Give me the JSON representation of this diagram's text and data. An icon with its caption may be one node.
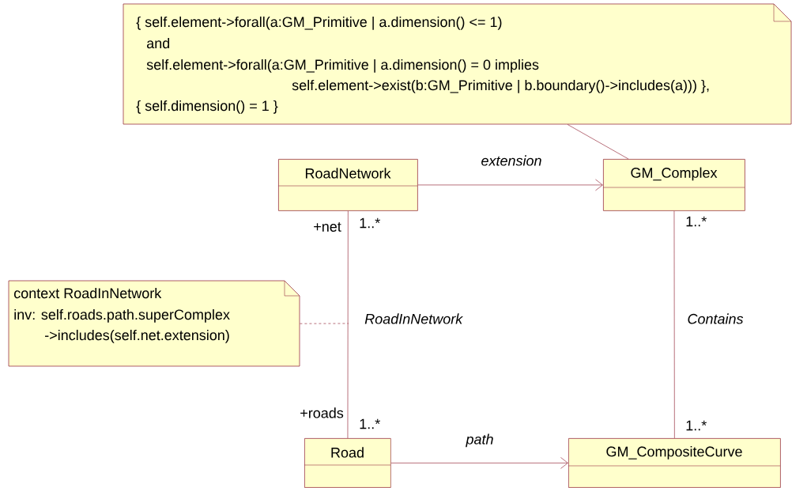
{
  "diagram": {
    "nodes": [
      {
        "text": [
          "{ self.element->forall(a:GM_Primitive | a.dimension() <= 1)",
          "and",
          "self.element->forall(a:GM_Primitive | a.dimension() = 0 implies",
          "self.element->exist(b:GM_Primitive | b.boundary()->includes(a))) },",
          "{ self.dimension() = 1 }"
        ]
      },
      {
        "text": [
          "RoadNetwork"
        ]
      },
      {
        "text": [
          "GM_Complex"
        ]
      },
      {
        "text": [
          "context RoadInNetwork",
          "inv: self.roads.path.superComplex",
          "->includes(self.net.extension)"
        ]
      },
      {
        "text": [
          "Road"
        ]
      },
      {
        "text": [
          "GM_CompositeCurve"
        ]
      }
    ],
    "edges": [
      {
        "from": 1,
        "to": 2,
        "arrow": "to",
        "label": "extension"
      },
      {
        "from": 1,
        "to": 4,
        "arrow": "none",
        "label": "RoadInNetwork"
      },
      {
        "from": 2,
        "to": 5,
        "arrow": "none",
        "label": "Contains"
      },
      {
        "from": 4,
        "to": 5,
        "arrow": "to",
        "label": "path"
      },
      {
        "from": 0,
        "to": 2,
        "arrow": "none"
      },
      {
        "from": 3,
        "to": null,
        "arrow": "none",
        "style": "dashed"
      }
    ],
    "labels": [
      "+net",
      "1..*",
      "1..*",
      "+roads",
      "1..*",
      "1..*"
    ]
  }
}
